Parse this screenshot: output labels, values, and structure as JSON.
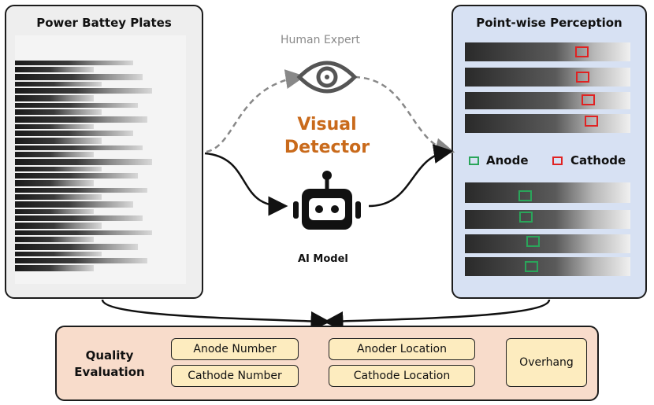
{
  "left_panel": {
    "title": "Power Battey Plates"
  },
  "right_panel": {
    "title": "Point-wise Perception",
    "legend": {
      "anode": "Anode",
      "cathode": "Cathode"
    }
  },
  "labels": {
    "human_expert": "Human Expert",
    "visual_detector_line1": "Visual",
    "visual_detector_line2": "Detector",
    "ai_model": "AI Model"
  },
  "quality_evaluation": {
    "label_line1": "Quality",
    "label_line2": "Evaluation",
    "metrics": {
      "anode_number": "Anode Number",
      "cathode_number": "Cathode Number",
      "anode_location": "Anoder Location",
      "cathode_location": "Cathode Location",
      "overhang": "Overhang"
    }
  },
  "colors": {
    "anode": "#2aa55a",
    "cathode": "#e02222",
    "accent_text": "#c96a1b",
    "right_panel_bg": "#d7e1f3",
    "bottom_panel_bg": "#f8dccb",
    "metric_bg": "#fdecbf"
  },
  "icons": [
    "eye-icon",
    "robot-icon"
  ]
}
